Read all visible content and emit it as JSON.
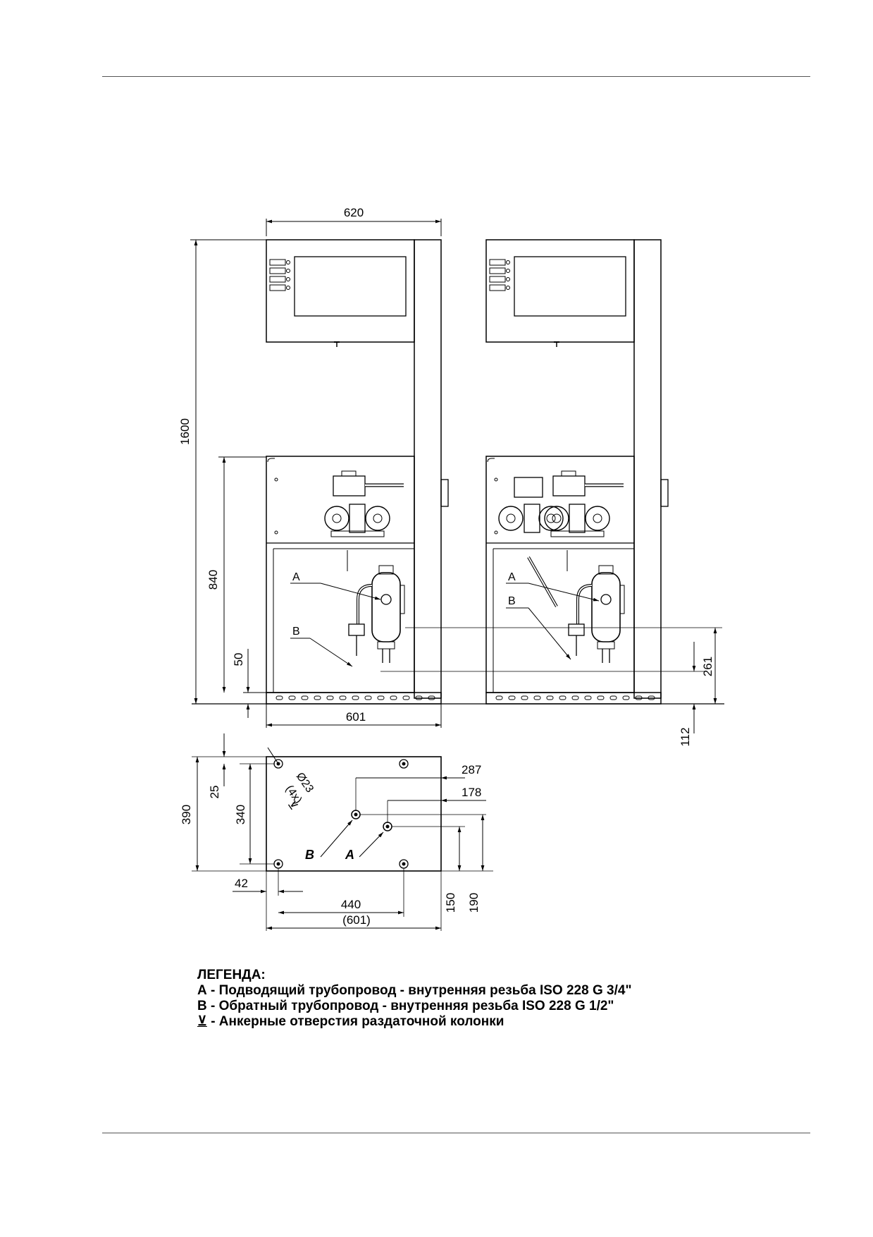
{
  "dimensions": {
    "front_width": "620",
    "total_height": "1600",
    "lower_height": "840",
    "base_height": "50",
    "base_width": "601",
    "side_right_261": "261",
    "side_right_112": "112",
    "plan_right_287": "287",
    "plan_right_178": "178",
    "plan_depth_390": "390",
    "plan_inner_340": "340",
    "plan_offset_25": "25",
    "plan_offset_42": "42",
    "plan_440": "440",
    "plan_601_paren": "(601)",
    "plan_150": "150",
    "plan_190": "190",
    "hole_diameter": "Ø23",
    "hole_count": "(4x)"
  },
  "labels": {
    "a": "A",
    "b": "B"
  },
  "legend": {
    "title": "ЛЕГЕНДА:",
    "items": [
      "А - Подводящий трубопровод - внутренняя резьба ISO 228 G 3/4\"",
      "В - Обратный трубопровод - внутренняя резьба ISO 228 G 1/2\"",
      "- Анкерные отверстия раздаточной колонки"
    ]
  }
}
